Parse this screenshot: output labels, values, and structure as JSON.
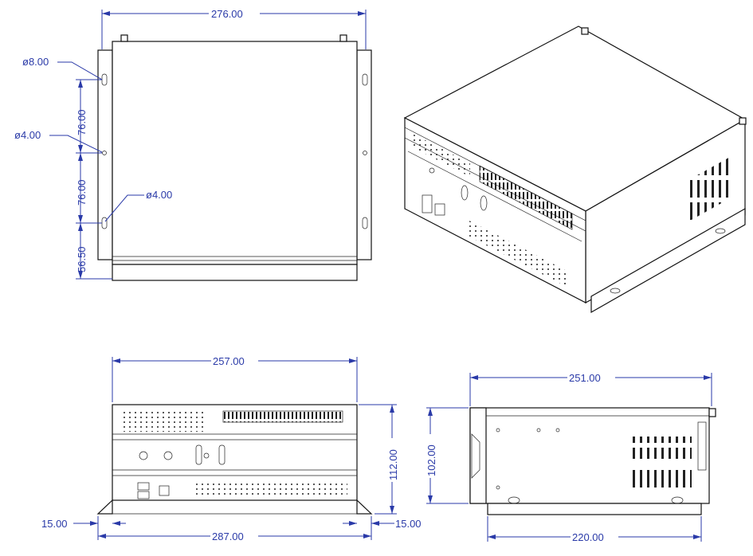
{
  "drawing": {
    "top_view": {
      "width_dim": "276.00",
      "hole_large": "ø8.00",
      "hole_small_left": "ø4.00",
      "hole_small_right": "ø4.00",
      "spacing_upper": "76.00",
      "spacing_lower": "76.00",
      "offset_bottom": "56.50"
    },
    "front_view": {
      "width_top": "257.00",
      "width_bottom": "287.00",
      "height": "112.00",
      "flange_left": "15.00",
      "flange_right": "15.00"
    },
    "side_view": {
      "depth_top": "251.00",
      "depth_bottom": "220.00",
      "height": "102.00"
    }
  }
}
